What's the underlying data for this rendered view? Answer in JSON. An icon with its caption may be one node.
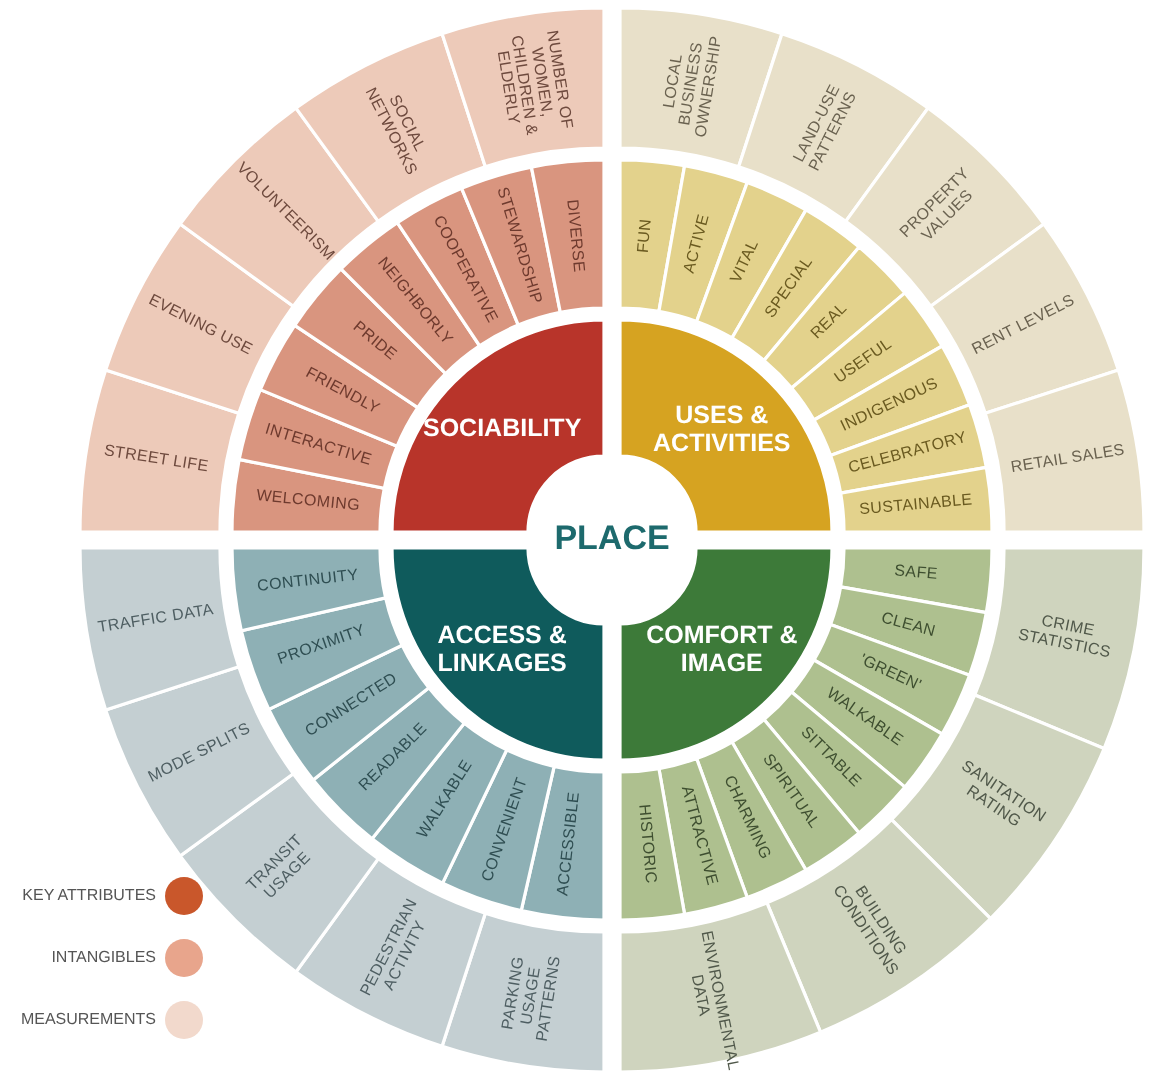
{
  "diagram": {
    "nodes": [
      {
        "text": [
          "PLACE"
        ]
      },
      {
        "text": [
          "SOCIABILITY"
        ]
      },
      {
        "text": [
          "WELCOMING"
        ]
      },
      {
        "text": [
          "INTERACTIVE"
        ]
      },
      {
        "text": [
          "FRIENDLY"
        ]
      },
      {
        "text": [
          "PRIDE"
        ]
      },
      {
        "text": [
          "NEIGHBORLY"
        ]
      },
      {
        "text": [
          "COOPERATIVE"
        ]
      },
      {
        "text": [
          "STEWARDSHIP"
        ]
      },
      {
        "text": [
          "DIVERSE"
        ]
      },
      {
        "text": [
          "STREET LIFE"
        ]
      },
      {
        "text": [
          "EVENING USE"
        ]
      },
      {
        "text": [
          "VOLUNTEERISM"
        ]
      },
      {
        "text": [
          "SOCIAL NETWORKS"
        ]
      },
      {
        "text": [
          "NUMBER OF WOMEN, CHILDREN & ELDERLY"
        ]
      },
      {
        "text": [
          "USES & ACTIVITIES"
        ]
      },
      {
        "text": [
          "FUN"
        ]
      },
      {
        "text": [
          "ACTIVE"
        ]
      },
      {
        "text": [
          "VITAL"
        ]
      },
      {
        "text": [
          "SPECIAL"
        ]
      },
      {
        "text": [
          "REAL"
        ]
      },
      {
        "text": [
          "USEFUL"
        ]
      },
      {
        "text": [
          "INDIGENOUS"
        ]
      },
      {
        "text": [
          "CELEBRATORY"
        ]
      },
      {
        "text": [
          "SUSTAINABLE"
        ]
      },
      {
        "text": [
          "LOCAL BUSINESS OWNERSHIP"
        ]
      },
      {
        "text": [
          "LAND-USE PATTERNS"
        ]
      },
      {
        "text": [
          "PROPERTY VALUES"
        ]
      },
      {
        "text": [
          "RENT LEVELS"
        ]
      },
      {
        "text": [
          "RETAIL SALES"
        ]
      },
      {
        "text": [
          "ACCESS & LINKAGES"
        ]
      },
      {
        "text": [
          "ACCESSIBLE"
        ]
      },
      {
        "text": [
          "CONVENIENT"
        ]
      },
      {
        "text": [
          "WALKABLE"
        ]
      },
      {
        "text": [
          "READABLE"
        ]
      },
      {
        "text": [
          "CONNECTED"
        ]
      },
      {
        "text": [
          "PROXIMITY"
        ]
      },
      {
        "text": [
          "CONTINUITY"
        ]
      },
      {
        "text": [
          "PARKING USAGE PATTERNS"
        ]
      },
      {
        "text": [
          "PEDESTRIAN ACTIVITY"
        ]
      },
      {
        "text": [
          "TRANSIT USAGE"
        ]
      },
      {
        "text": [
          "MODE SPLITS"
        ]
      },
      {
        "text": [
          "TRAFFIC DATA"
        ]
      },
      {
        "text": [
          "COMFORT & IMAGE"
        ]
      },
      {
        "text": [
          "SAFE"
        ]
      },
      {
        "text": [
          "CLEAN"
        ]
      },
      {
        "text": [
          "'GREEN'"
        ]
      },
      {
        "text": [
          "WALKABLE"
        ]
      },
      {
        "text": [
          "SITTABLE"
        ]
      },
      {
        "text": [
          "SPIRITUAL"
        ]
      },
      {
        "text": [
          "CHARMING"
        ]
      },
      {
        "text": [
          "ATTRACTIVE"
        ]
      },
      {
        "text": [
          "HISTORIC"
        ]
      },
      {
        "text": [
          "CRIME STATISTICS"
        ]
      },
      {
        "text": [
          "SANITATION RATING"
        ]
      },
      {
        "text": [
          "BUILDING CONDITIONS"
        ]
      },
      {
        "text": [
          "ENVIRONMENTAL DATA"
        ]
      }
    ],
    "legend": [
      {
        "text": "KEY ATTRIBUTES",
        "color": "#c9572b"
      },
      {
        "text": "INTANGIBLES",
        "color": "#e8a58c"
      },
      {
        "text": "MEASUREMENTS",
        "color": "#f2d9cc"
      }
    ]
  }
}
